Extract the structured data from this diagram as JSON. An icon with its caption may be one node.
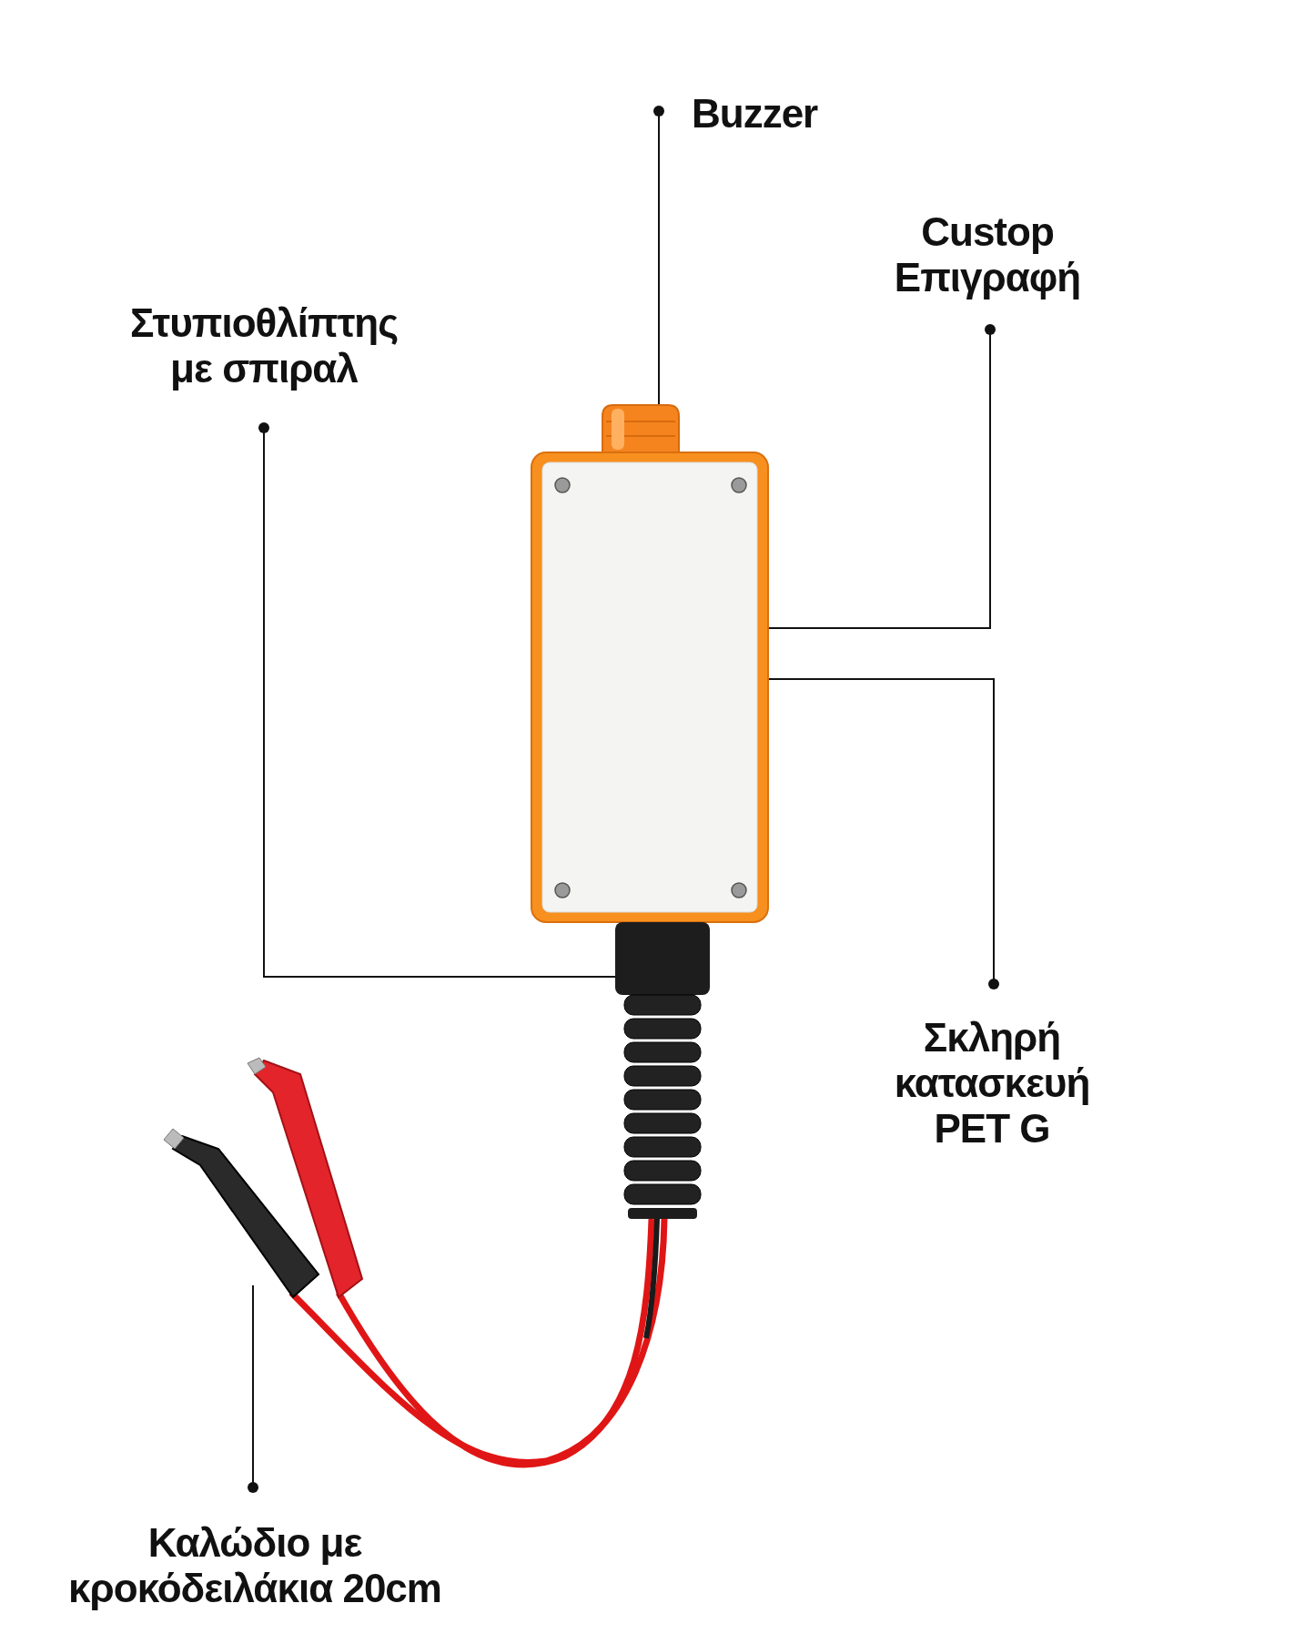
{
  "diagram": {
    "nodes": [
      {
        "text": [
          "Buzzer"
        ]
      },
      {
        "text": [
          "Custop Επιγραφή"
        ]
      },
      {
        "text": [
          "Στυπιοθλίπτης με σπιραλ"
        ]
      },
      {
        "text": [
          "Σκληρή κατασκευή PET G"
        ]
      },
      {
        "text": [
          "Καλώδιο με κροκόδειλάκια 20cm"
        ]
      },
      {
        "text": [],
        "shape": "picture"
      },
      {
        "text": [],
        "shape": "picture"
      },
      {
        "text": [],
        "shape": "picture",
        "in": 6
      },
      {
        "text": [],
        "shape": "picture"
      },
      {
        "text": [],
        "shape": "picture"
      }
    ],
    "edges": [
      {
        "from": 0,
        "to": 5,
        "arrow": "other"
      },
      {
        "from": 1,
        "to": 7,
        "arrow": "other"
      },
      {
        "from": 2,
        "to": 8,
        "arrow": "other"
      },
      {
        "from": 3,
        "to": 6,
        "arrow": "other"
      },
      {
        "from": 4,
        "to": 9,
        "arrow": "other"
      }
    ]
  }
}
